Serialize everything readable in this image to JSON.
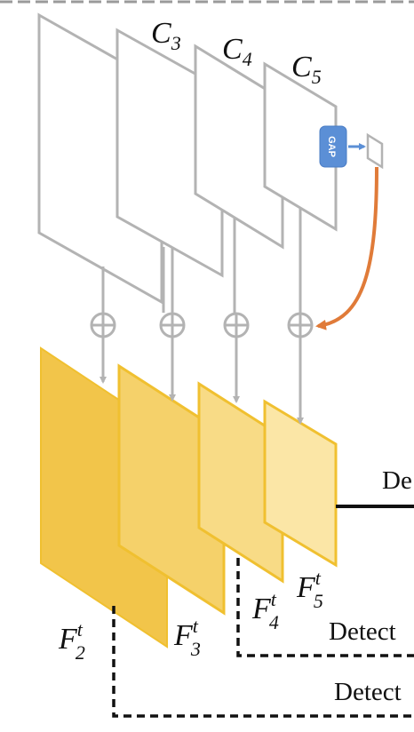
{
  "backbone_labels": [
    {
      "base": "C",
      "sub": "3"
    },
    {
      "base": "C",
      "sub": "4"
    },
    {
      "base": "C",
      "sub": "5"
    }
  ],
  "gap_label": "GAP",
  "fpn_labels": [
    {
      "base": "F",
      "sub": "2",
      "sup": "t"
    },
    {
      "base": "F",
      "sub": "3",
      "sup": "t"
    },
    {
      "base": "F",
      "sub": "4",
      "sup": "t"
    },
    {
      "base": "F",
      "sub": "5",
      "sup": "t"
    }
  ],
  "detect_labels": [
    "De",
    "Detect",
    "Detect"
  ],
  "colors": {
    "backbone_stroke": "#b3b3b3",
    "gap_fill": "#5b8fd6",
    "orange_arrow": "#e07b39",
    "f2": "#f2c54a",
    "f3": "#f5d16a",
    "f4": "#f8db86",
    "f5": "#fbe6a6",
    "yellow_stroke": "#f0c030"
  }
}
